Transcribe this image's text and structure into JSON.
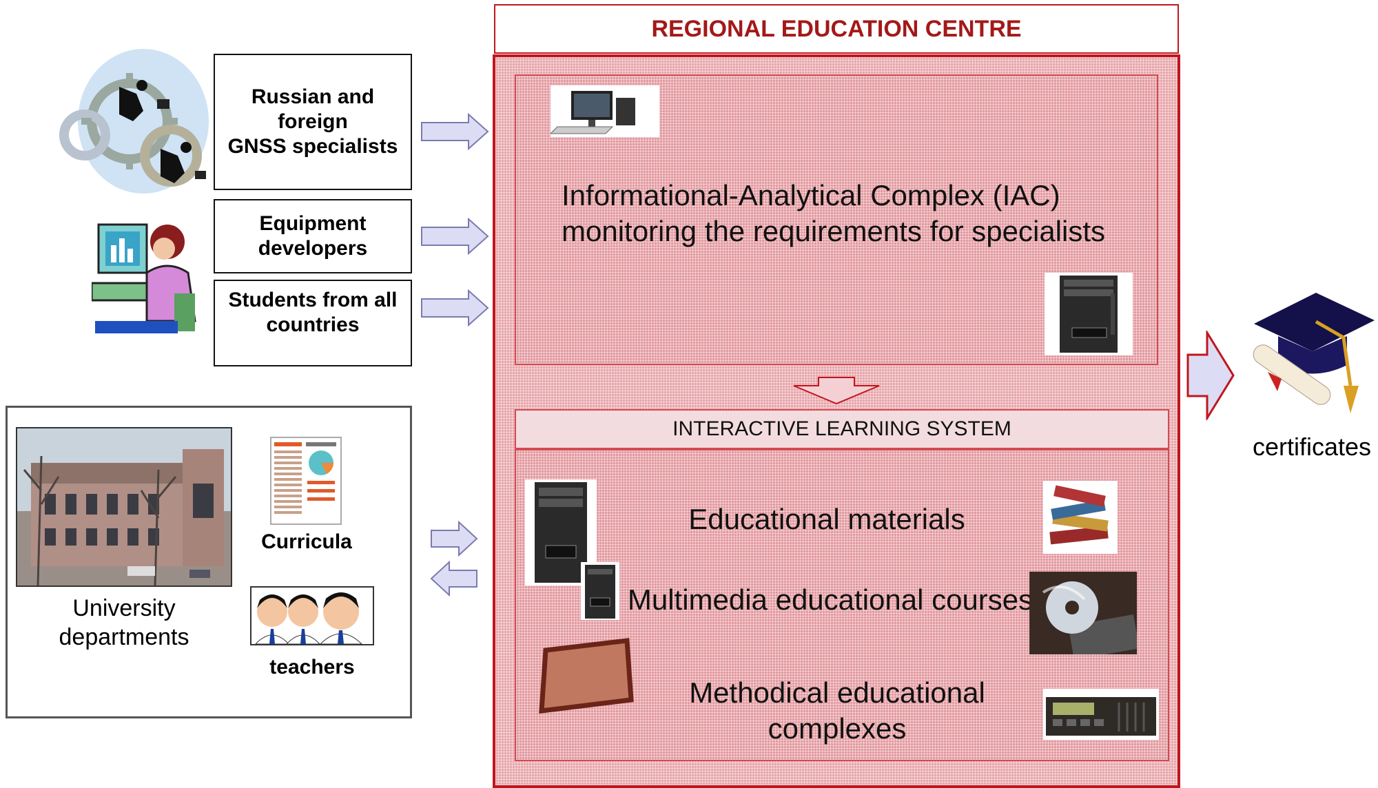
{
  "left": {
    "box1": {
      "line1": "Russian and",
      "line2": "foreign",
      "line3": "GNSS specialists"
    },
    "box2": {
      "line1": "Equipment",
      "line2": "developers"
    },
    "box3": {
      "line1": "Students from all",
      "line2": "countries"
    },
    "university": {
      "label_line1": "University",
      "label_line2": "departments",
      "curricula": "Curricula",
      "teachers": "teachers"
    }
  },
  "centre": {
    "title": "REGIONAL EDUCATION CENTRE",
    "iac_line1": "Informational-Analytical Complex  (IAC)",
    "iac_line2": "monitoring the requirements for specialists",
    "ils_title": "INTERACTIVE LEARNING SYSTEM",
    "item1": "Educational materials",
    "item2": "Multimedia educational courses",
    "item3_line1": "Methodical educational",
    "item3_line2": "complexes"
  },
  "right": {
    "certificates": "certificates"
  },
  "colors": {
    "title_red": "#a31919",
    "frame_red": "#c0161e",
    "arrow_fill": "#dcdcf5",
    "arrow_stroke": "#7a7ab0"
  }
}
